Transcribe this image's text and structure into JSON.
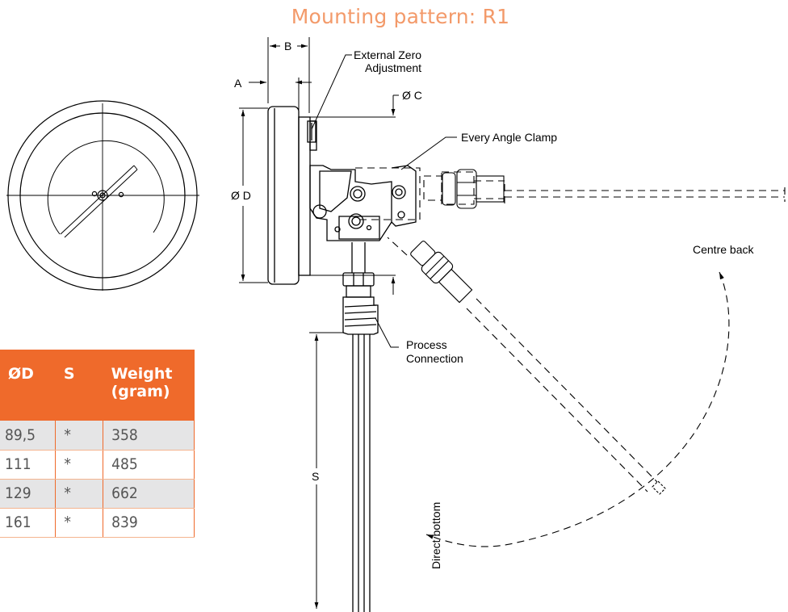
{
  "title": "Mounting pattern: R1",
  "labels": {
    "a": "A",
    "b": "B",
    "dia_c": "Ø C",
    "dia_d": "Ø D",
    "s": "S",
    "external_zero_line1": "External Zero",
    "external_zero_line2": "Adjustment",
    "every_angle_clamp": "Every Angle Clamp",
    "centre_back": "Centre back",
    "process_line1": "Process",
    "process_line2": "Connection",
    "direct_bottom": "Direct bottom"
  },
  "table": {
    "headers": [
      "ØD",
      "S",
      "Weight (gram)"
    ],
    "rows": [
      [
        "89,5",
        "*",
        "358"
      ],
      [
        "111",
        "*",
        "485"
      ],
      [
        "129",
        "*",
        "662"
      ],
      [
        "161",
        "*",
        "839"
      ]
    ]
  },
  "colors": {
    "accent": "#ef6a2b",
    "title": "#f39a6a",
    "row_shade": "#e5e5e6"
  }
}
